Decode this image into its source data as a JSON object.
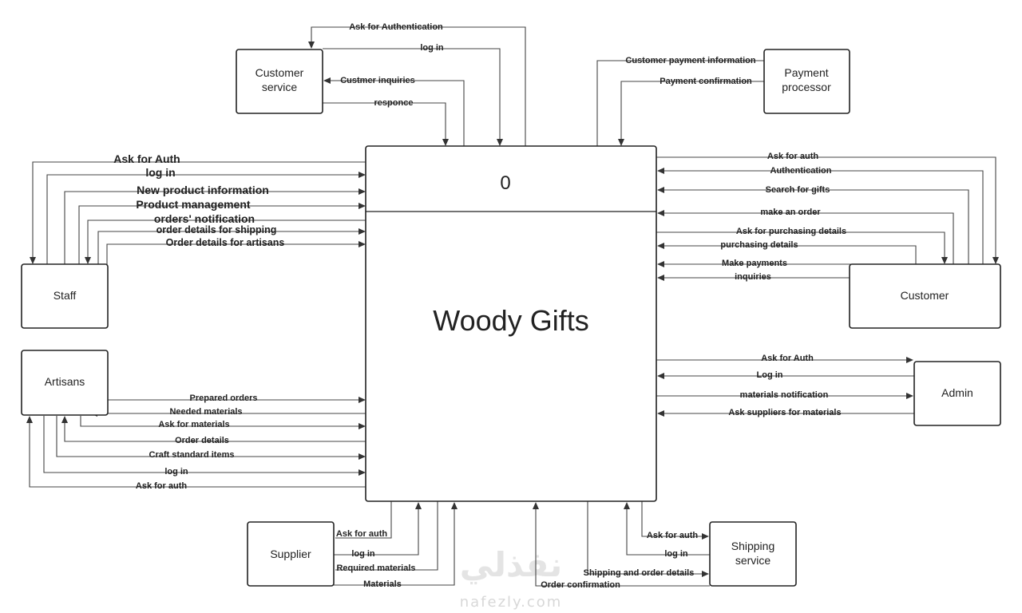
{
  "process": {
    "number": "0",
    "name": "Woody Gifts"
  },
  "entities": {
    "customer_service": [
      "Customer",
      "service"
    ],
    "payment_processor": [
      "Payment",
      "processor"
    ],
    "staff": "Staff",
    "artisans": "Artisans",
    "customer": "Customer",
    "admin": "Admin",
    "supplier": "Supplier",
    "shipping_service": [
      "Shipping",
      "service"
    ]
  },
  "flows": {
    "customer_service": [
      "Ask for Authentication",
      "log in",
      "Custmer inquiries",
      "responce"
    ],
    "payment_processor": [
      "Customer payment information",
      "Payment confirmation"
    ],
    "staff": [
      "Ask for Auth",
      "log in",
      "New product information",
      "Product management",
      "orders' notification",
      "order details for shipping",
      "Order details for artisans"
    ],
    "customer": [
      "Ask for auth",
      "Authentication",
      "Search for gifts",
      "make an order",
      "Ask for purchasing details",
      "purchasing details",
      "Make payments",
      "inquiries"
    ],
    "admin": [
      "Ask for Auth",
      "Log in",
      "materials notification",
      "Ask suppliers for materials"
    ],
    "artisans": [
      "Prepared orders",
      "Needed materials",
      "Ask for materials",
      "Order details",
      "Craft standard items",
      "log in",
      "Ask for auth"
    ],
    "supplier": [
      "Ask for auth",
      "log in",
      "Required materials",
      "Materials"
    ],
    "shipping_service": [
      "Ask for auth",
      "log in",
      "Shipping and order details",
      "Order confirmation"
    ]
  },
  "watermark": {
    "arabic": "نفذلي",
    "latin": "nafezly.com"
  }
}
